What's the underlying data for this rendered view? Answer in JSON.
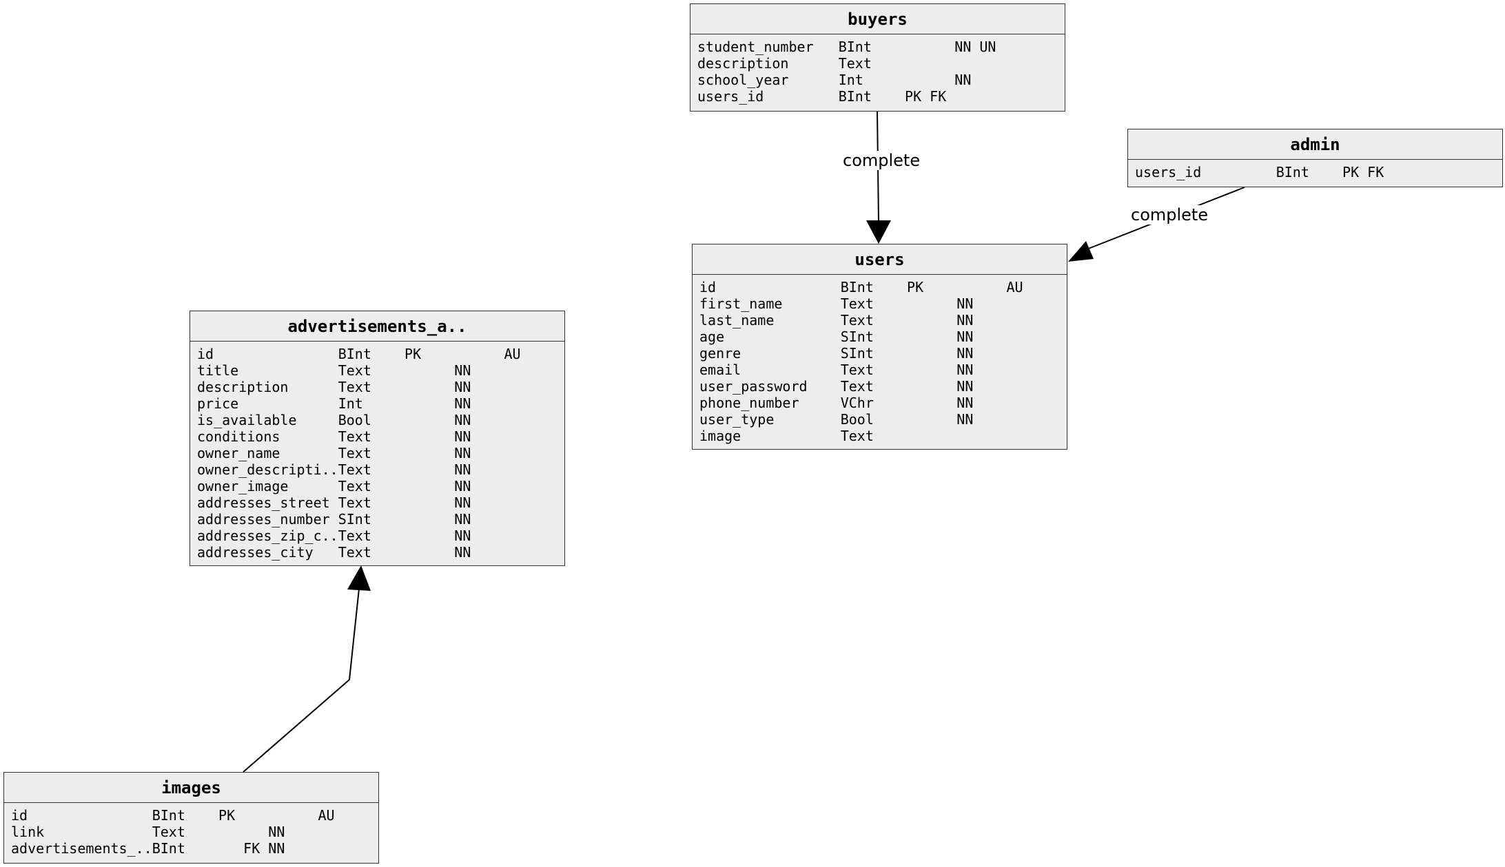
{
  "entities": {
    "buyers": {
      "name": "buyers",
      "rows": [
        "student_number   BInt          NN UN",
        "description      Text",
        "school_year      Int           NN",
        "users_id         BInt    PK FK"
      ]
    },
    "admin": {
      "name": "admin",
      "rows": [
        "users_id         BInt    PK FK"
      ]
    },
    "users": {
      "name": "users",
      "rows": [
        "id               BInt    PK          AU",
        "first_name       Text          NN",
        "last_name        Text          NN",
        "age              SInt          NN",
        "genre            SInt          NN",
        "email            Text          NN",
        "user_password    Text          NN",
        "phone_number     VChr          NN",
        "user_type        Bool          NN",
        "image            Text"
      ]
    },
    "advertisements": {
      "name": "advertisements_a..",
      "rows": [
        "id               BInt    PK          AU",
        "title            Text          NN",
        "description      Text          NN",
        "price            Int           NN",
        "is_available     Bool          NN",
        "conditions       Text          NN",
        "owner_name       Text          NN",
        "owner_descripti..Text          NN",
        "owner_image      Text          NN",
        "addresses_street Text          NN",
        "addresses_number SInt          NN",
        "addresses_zip_c..Text          NN",
        "addresses_city   Text          NN"
      ]
    },
    "images": {
      "name": "images",
      "rows": [
        "id               BInt    PK          AU",
        "link             Text          NN",
        "advertisements_..BInt       FK NN"
      ]
    }
  },
  "edges": {
    "buyers_users": {
      "label": "complete"
    },
    "admin_users": {
      "label": "complete"
    }
  }
}
